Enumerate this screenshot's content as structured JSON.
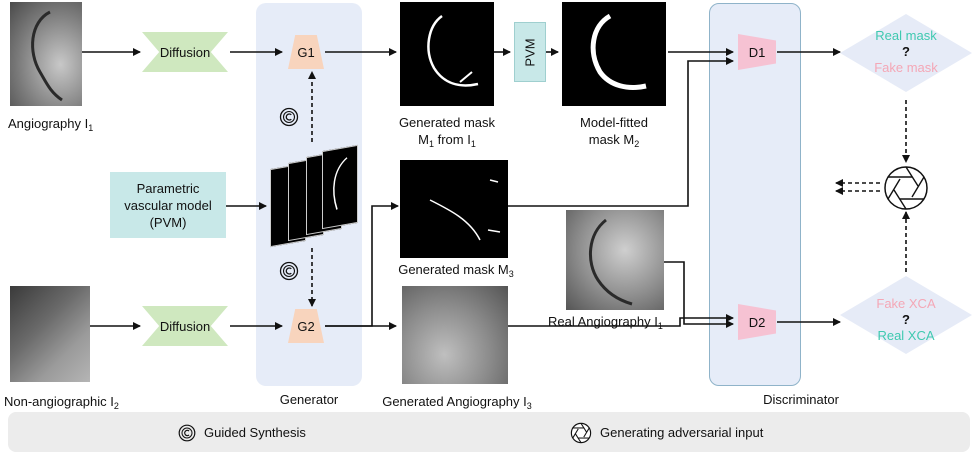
{
  "colors": {
    "generator_bg": "#e6ecf8",
    "discriminator_bg": "#e6ecf8",
    "diffusion_fill": "#cfe8bf",
    "generator_block_fill": "#f8d4bd",
    "discriminator_block_fill": "#f6c2d3",
    "pvm_fill": "#c8e8e8",
    "real_text": "#3fc9b0",
    "fake_text": "#f4a7b6",
    "legend_bg": "#ececec"
  },
  "inputs": {
    "angiography_label": "Angiography I",
    "angiography_sub": "1",
    "non_angio_label": "Non-angiographic I",
    "non_angio_sub": "2"
  },
  "blocks": {
    "diffusion_top": "Diffusion",
    "diffusion_bottom": "Diffusion",
    "g1": "G1",
    "g2": "G2",
    "pvm_small": "PVM",
    "pvm_model_line1": "Parametric",
    "pvm_model_line2": "vascular model",
    "pvm_model_line3": "(PVM)",
    "d1": "D1",
    "d2": "D2"
  },
  "outputs": {
    "m1_line1": "Generated mask",
    "m1_line2_a": "M",
    "m1_line2_sub1": "1",
    "m1_line2_b": " from I",
    "m1_line2_sub2": "1",
    "m2_line1": "Model-fitted",
    "m2_line2": "mask M",
    "m2_sub": "2",
    "m3_label": "Generated mask M",
    "m3_sub": "3",
    "i3_label": "Generated Angiography I",
    "i3_sub": "3",
    "real_angio_label": "Real Angiography  I",
    "real_angio_sub": "1"
  },
  "sections": {
    "generator": "Generator",
    "discriminator": "Discriminator"
  },
  "decisions": {
    "top_real": "Real mask",
    "top_q": "?",
    "top_fake": "Fake mask",
    "bottom_fake": "Fake XCA",
    "bottom_q": "?",
    "bottom_real": "Real XCA"
  },
  "legend": {
    "guided_icon": "copyright-icon",
    "guided_label": "Guided Synthesis",
    "adv_icon": "aperture-icon",
    "adv_label": "Generating adversarial input"
  }
}
